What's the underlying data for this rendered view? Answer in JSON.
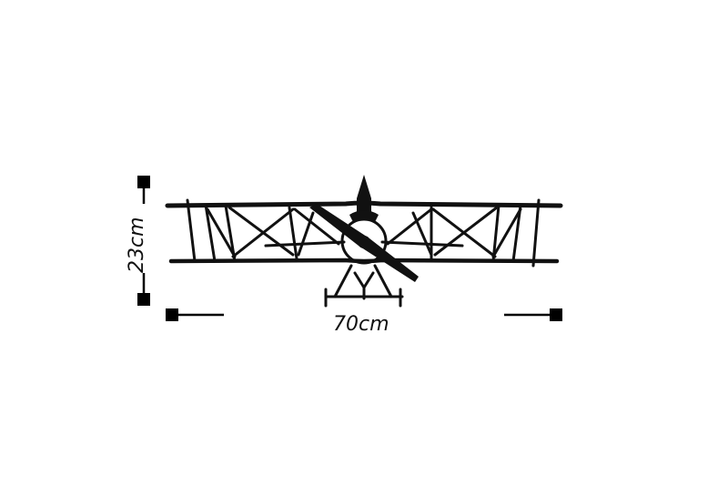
{
  "product": {
    "illustration": "biplane-wall-art",
    "line_color": "#111111",
    "background_color": "#ffffff"
  },
  "dimensions": {
    "width_label": "70cm",
    "height_label": "23cm"
  }
}
